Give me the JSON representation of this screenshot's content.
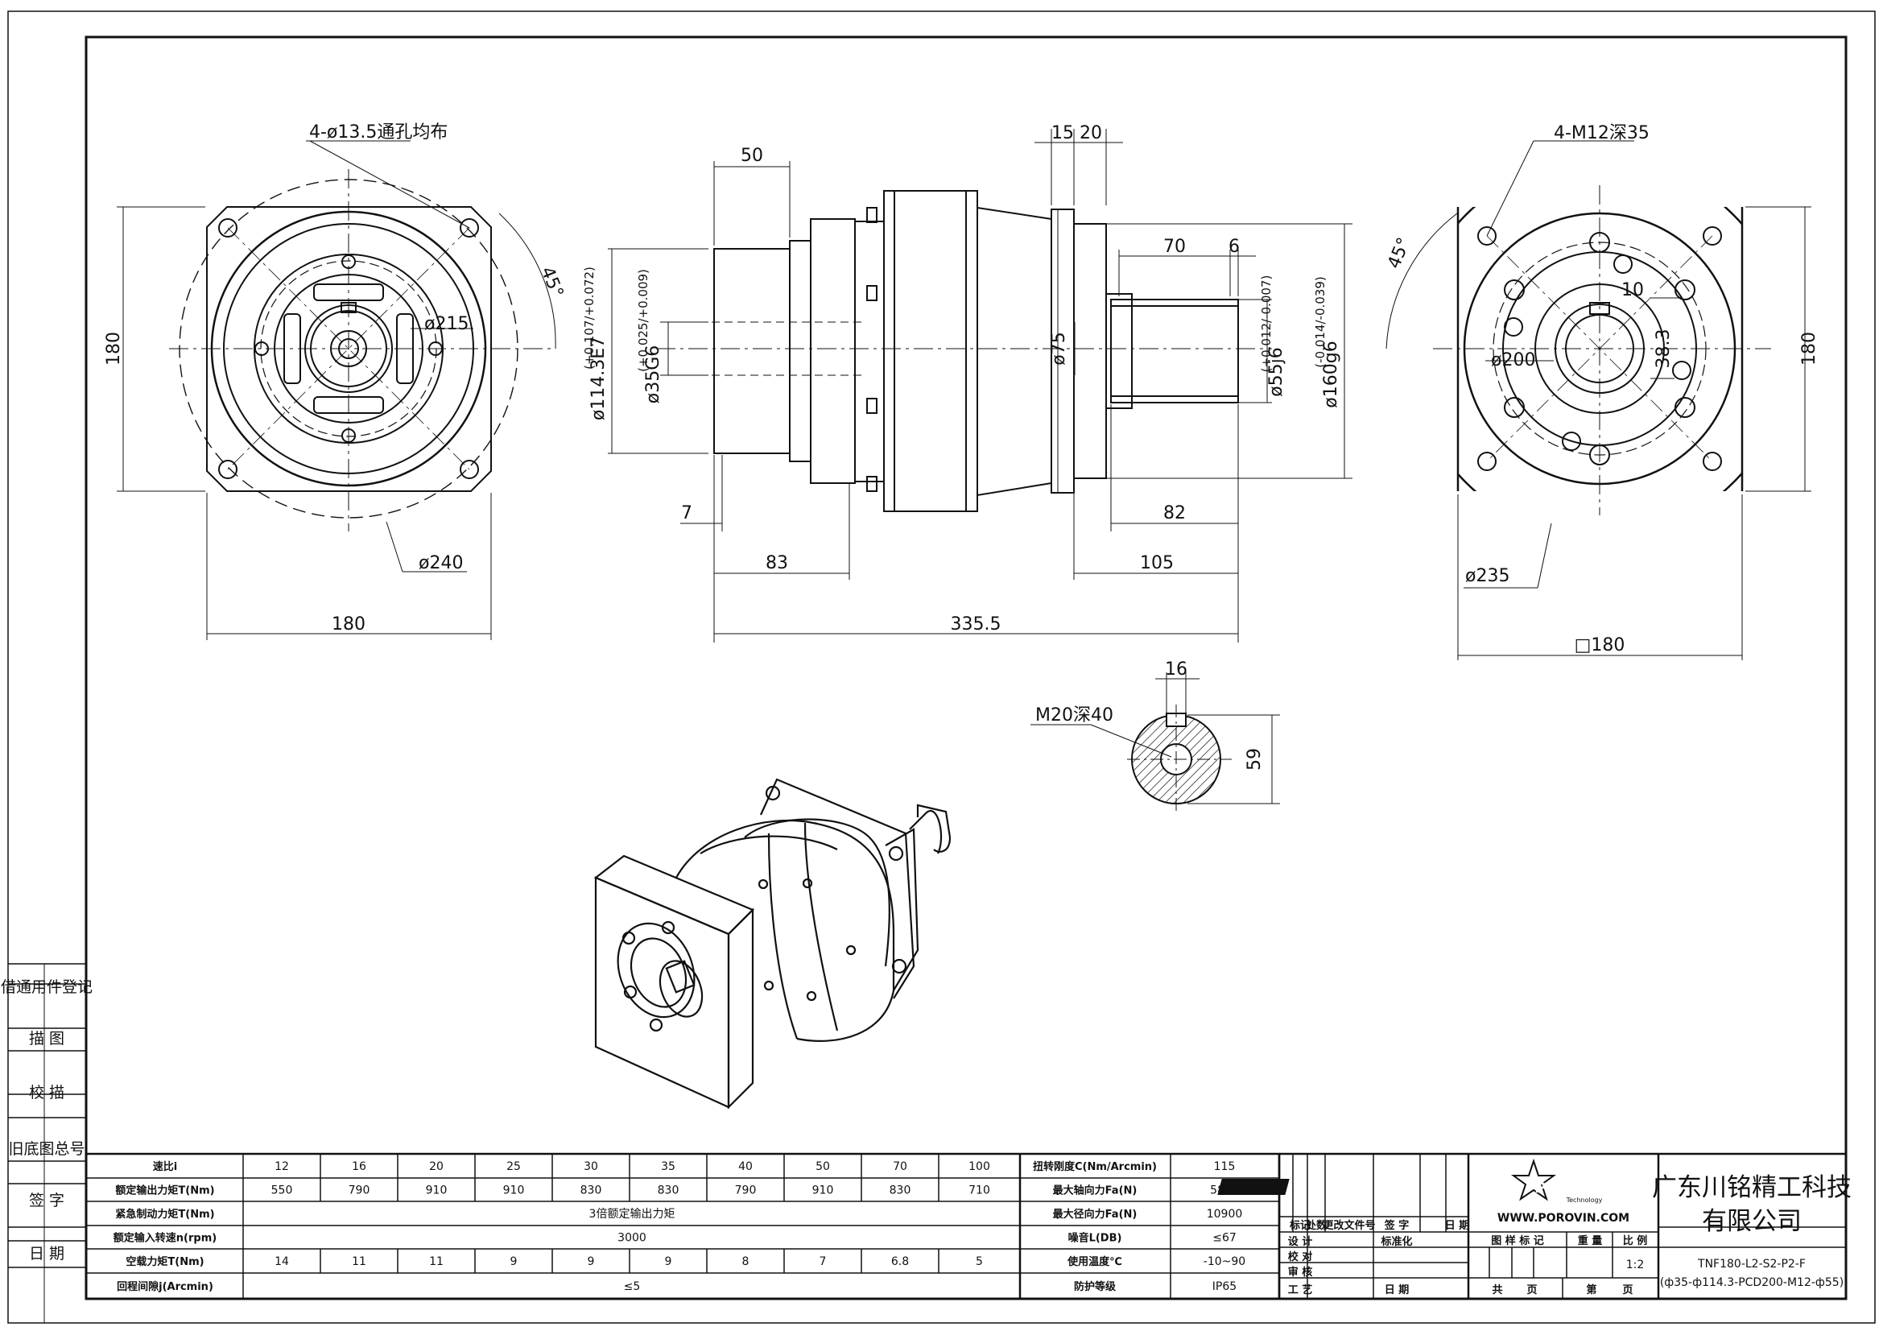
{
  "company": {
    "name_line1": "广东川铭精工科技",
    "name_line2": "有限公司",
    "logo_text": "POROVIN",
    "logo_sub": "Technology",
    "website": "WWW.POROVIN.COM"
  },
  "drawing": {
    "code_line1": "TNF180-L2-S2-P2-F",
    "code_line2": "(ф35-ф114.3-PCD200-M12-ф55)",
    "scale": "1:2"
  },
  "side_labels": [
    "借通用件登记",
    "描 图",
    "校 描",
    "旧底图总号",
    "签 字",
    "日 期"
  ],
  "title_block": {
    "row1": [
      "标记",
      "处数",
      "更改文件号",
      "签 字",
      "日 期"
    ],
    "roles": [
      "设 计",
      "校 对",
      "审 核",
      "工 艺"
    ],
    "std": "标准化",
    "date": "日 期",
    "marks": [
      "图 样 标 记",
      "重 量",
      "比 例"
    ],
    "total": "共",
    "page": "页",
    "nth": "第",
    "page2": "页"
  },
  "spec_table": {
    "left_rows": [
      {
        "label": "速比i",
        "values": [
          "12",
          "16",
          "20",
          "25",
          "30",
          "35",
          "40",
          "50",
          "70",
          "100"
        ]
      },
      {
        "label": "额定输出力矩T(Nm)",
        "values": [
          "550",
          "790",
          "910",
          "910",
          "830",
          "830",
          "790",
          "910",
          "830",
          "710"
        ]
      },
      {
        "label": "紧急制动力矩T(Nm)",
        "merged": "3倍额定输出力矩"
      },
      {
        "label": "额定输入转速n(rpm)",
        "merged": "3000"
      },
      {
        "label": "空载力矩T(Nm)",
        "values": [
          "14",
          "11",
          "11",
          "9",
          "9",
          "9",
          "8",
          "7",
          "6.8",
          "5"
        ]
      },
      {
        "label": "回程间隙j(Arcmin)",
        "merged": "≤5"
      }
    ],
    "right_rows": [
      {
        "label": "扭转刚度C(Nm/Arcmin)",
        "value": "115"
      },
      {
        "label": "最大轴向力Fa(N)",
        "value": "5875"
      },
      {
        "label": "最大径向力Fa(N)",
        "value": "10900"
      },
      {
        "label": "噪音L(DB)",
        "value": "≤67"
      },
      {
        "label": "使用温度℃",
        "value": "-10~90"
      },
      {
        "label": "防护等级",
        "value": "IP65"
      }
    ]
  },
  "dims": {
    "front_holes": "4-ø13.5通孔均布",
    "front_pcd": "ø215",
    "front_dia": "ø240",
    "front_h": "180",
    "front_w": "180",
    "front_angle": "45°",
    "side_top50": "50",
    "side_15": "15",
    "side_20": "20",
    "side_70": "70",
    "side_6": "6",
    "side_d1143": "ø114.3E7",
    "side_d1143_tol": "(+0.107/+0.072)",
    "side_d35": "ø35G6",
    "side_d35_tol": "(+0.025/+0.009)",
    "side_d75": "ø75",
    "side_d55": "ø55j6",
    "side_d55_tol": "(+0.012/-0.007)",
    "side_d160": "ø160g6",
    "side_d160_tol": "(-0.014/-0.039)",
    "side_7": "7",
    "side_82": "82",
    "side_83": "83",
    "side_105": "105",
    "side_total": "335.5",
    "rear_threads": "4-M12深35",
    "rear_angle": "45°",
    "rear_10": "10",
    "rear_383": "38.3",
    "rear_pcd": "ø200",
    "rear_h": "180",
    "rear_dia": "ø235",
    "rear_sq": "□180",
    "key_16": "16",
    "key_thread": "M20深40",
    "key_59": "59"
  }
}
